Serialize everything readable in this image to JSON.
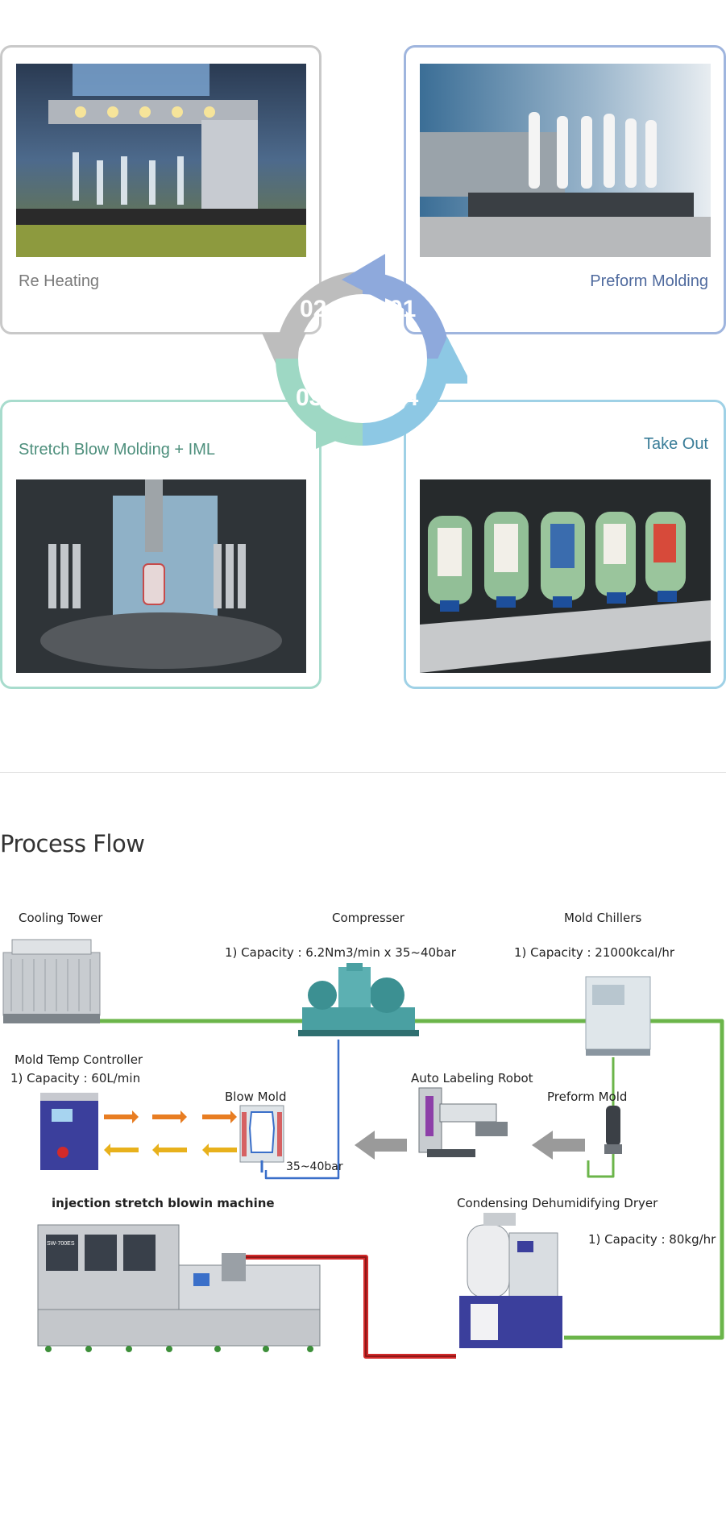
{
  "stages": [
    {
      "number": "01",
      "label": "Preform Molding",
      "color": "#4f6a9e"
    },
    {
      "number": "02",
      "label": "Re Heating",
      "color": "#7a7a7a"
    },
    {
      "number": "03",
      "label": "Stretch Blow Molding + IML",
      "color": "#4d8f7c"
    },
    {
      "number": "04",
      "label": "Take Out",
      "color": "#3a7d98"
    }
  ],
  "process_flow": {
    "title": "Process Flow",
    "cooling_tower": {
      "label": "Cooling Tower"
    },
    "compresser": {
      "label": "Compresser",
      "capacity": "1) Capacity   :  6.2Nm3/min   x   35~40bar"
    },
    "mold_chillers": {
      "label": "Mold Chillers",
      "capacity": "1) Capacity   : 21000kcal/hr"
    },
    "mold_temp_controller": {
      "label": "Mold Temp Controller",
      "capacity": "1) Capacity  : 60L/min"
    },
    "blow_mold": {
      "label": "Blow Mold",
      "pressure": "35~40bar"
    },
    "auto_labeling_robot": {
      "label": "Auto Labeling Robot"
    },
    "preform_mold": {
      "label": "Preform Mold"
    },
    "machine": {
      "label": "injection stretch blowin machine",
      "badge": "SW-700ES"
    },
    "dryer": {
      "label": "Condensing Dehumidifying Dryer",
      "capacity": "1) Capacity  : 80kg/hr"
    }
  },
  "colors": {
    "card_gray": "#c9c9c9",
    "card_blue": "#9fb5de",
    "card_green": "#a8dccd",
    "card_teal": "#9fd1e6",
    "pipe_green": "#6bb54a",
    "pipe_blue": "#3a6fc9",
    "pipe_red": "#d22a2a",
    "arrow_orange": "#e87d22",
    "arrow_yellow": "#e8b11c"
  }
}
